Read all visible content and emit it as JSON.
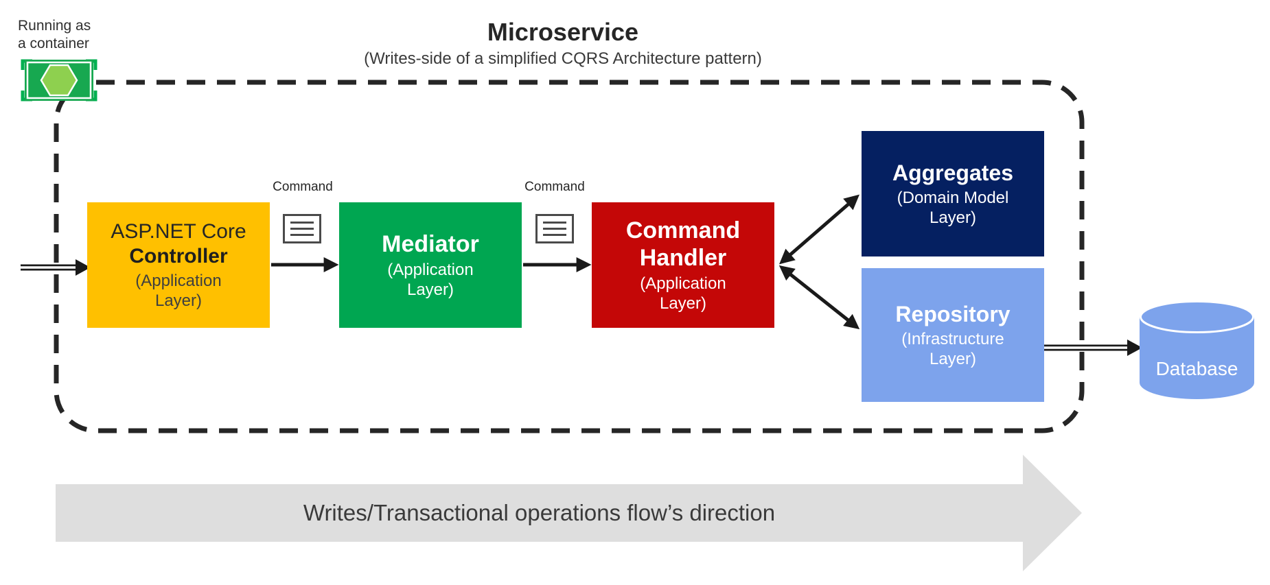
{
  "title": {
    "main": "Microservice",
    "subtitle": "(Writes-side of a simplified CQRS Architecture pattern)"
  },
  "container_badge": {
    "line1": "Running as",
    "line2": "a container",
    "icon": "container-icon",
    "body_color": "#17A850",
    "hexagon_color": "#8ED04F",
    "bracket_color": "#00B050"
  },
  "boundary": {
    "style": "dashed-rounded-rectangle",
    "color": "#262626"
  },
  "nodes": {
    "controller": {
      "title_line1": "ASP.NET Core",
      "title_line2": "Controller",
      "subtitle": "(Application Layer)",
      "color": "#FFC000"
    },
    "mediator": {
      "title": "Mediator",
      "subtitle": "(Application Layer)",
      "color": "#00A651"
    },
    "command_handler": {
      "title": "Command Handler",
      "subtitle": "(Application Layer)",
      "color": "#C40707"
    },
    "aggregates": {
      "title": "Aggregates",
      "subtitle": "(Domain Model Layer)",
      "color": "#052061"
    },
    "repository": {
      "title": "Repository",
      "subtitle": "(Infrastructure Layer)",
      "color": "#7DA3EC"
    },
    "database": {
      "title": "Database",
      "color": "#7DA3EC"
    }
  },
  "messages": {
    "command1": "Command",
    "command2": "Command",
    "icon": "command-message-icon"
  },
  "arrows": {
    "color": "#1A1A1A",
    "entry_to_controller": "double-line",
    "controller_to_mediator": "single",
    "mediator_to_handler": "single",
    "handler_aggregates": "bidirectional",
    "handler_repository": "bidirectional",
    "repository_to_database": "double-line"
  },
  "flow_arrow": {
    "label": "Writes/Transactional operations flow’s direction",
    "color": "#DEDEDE"
  }
}
